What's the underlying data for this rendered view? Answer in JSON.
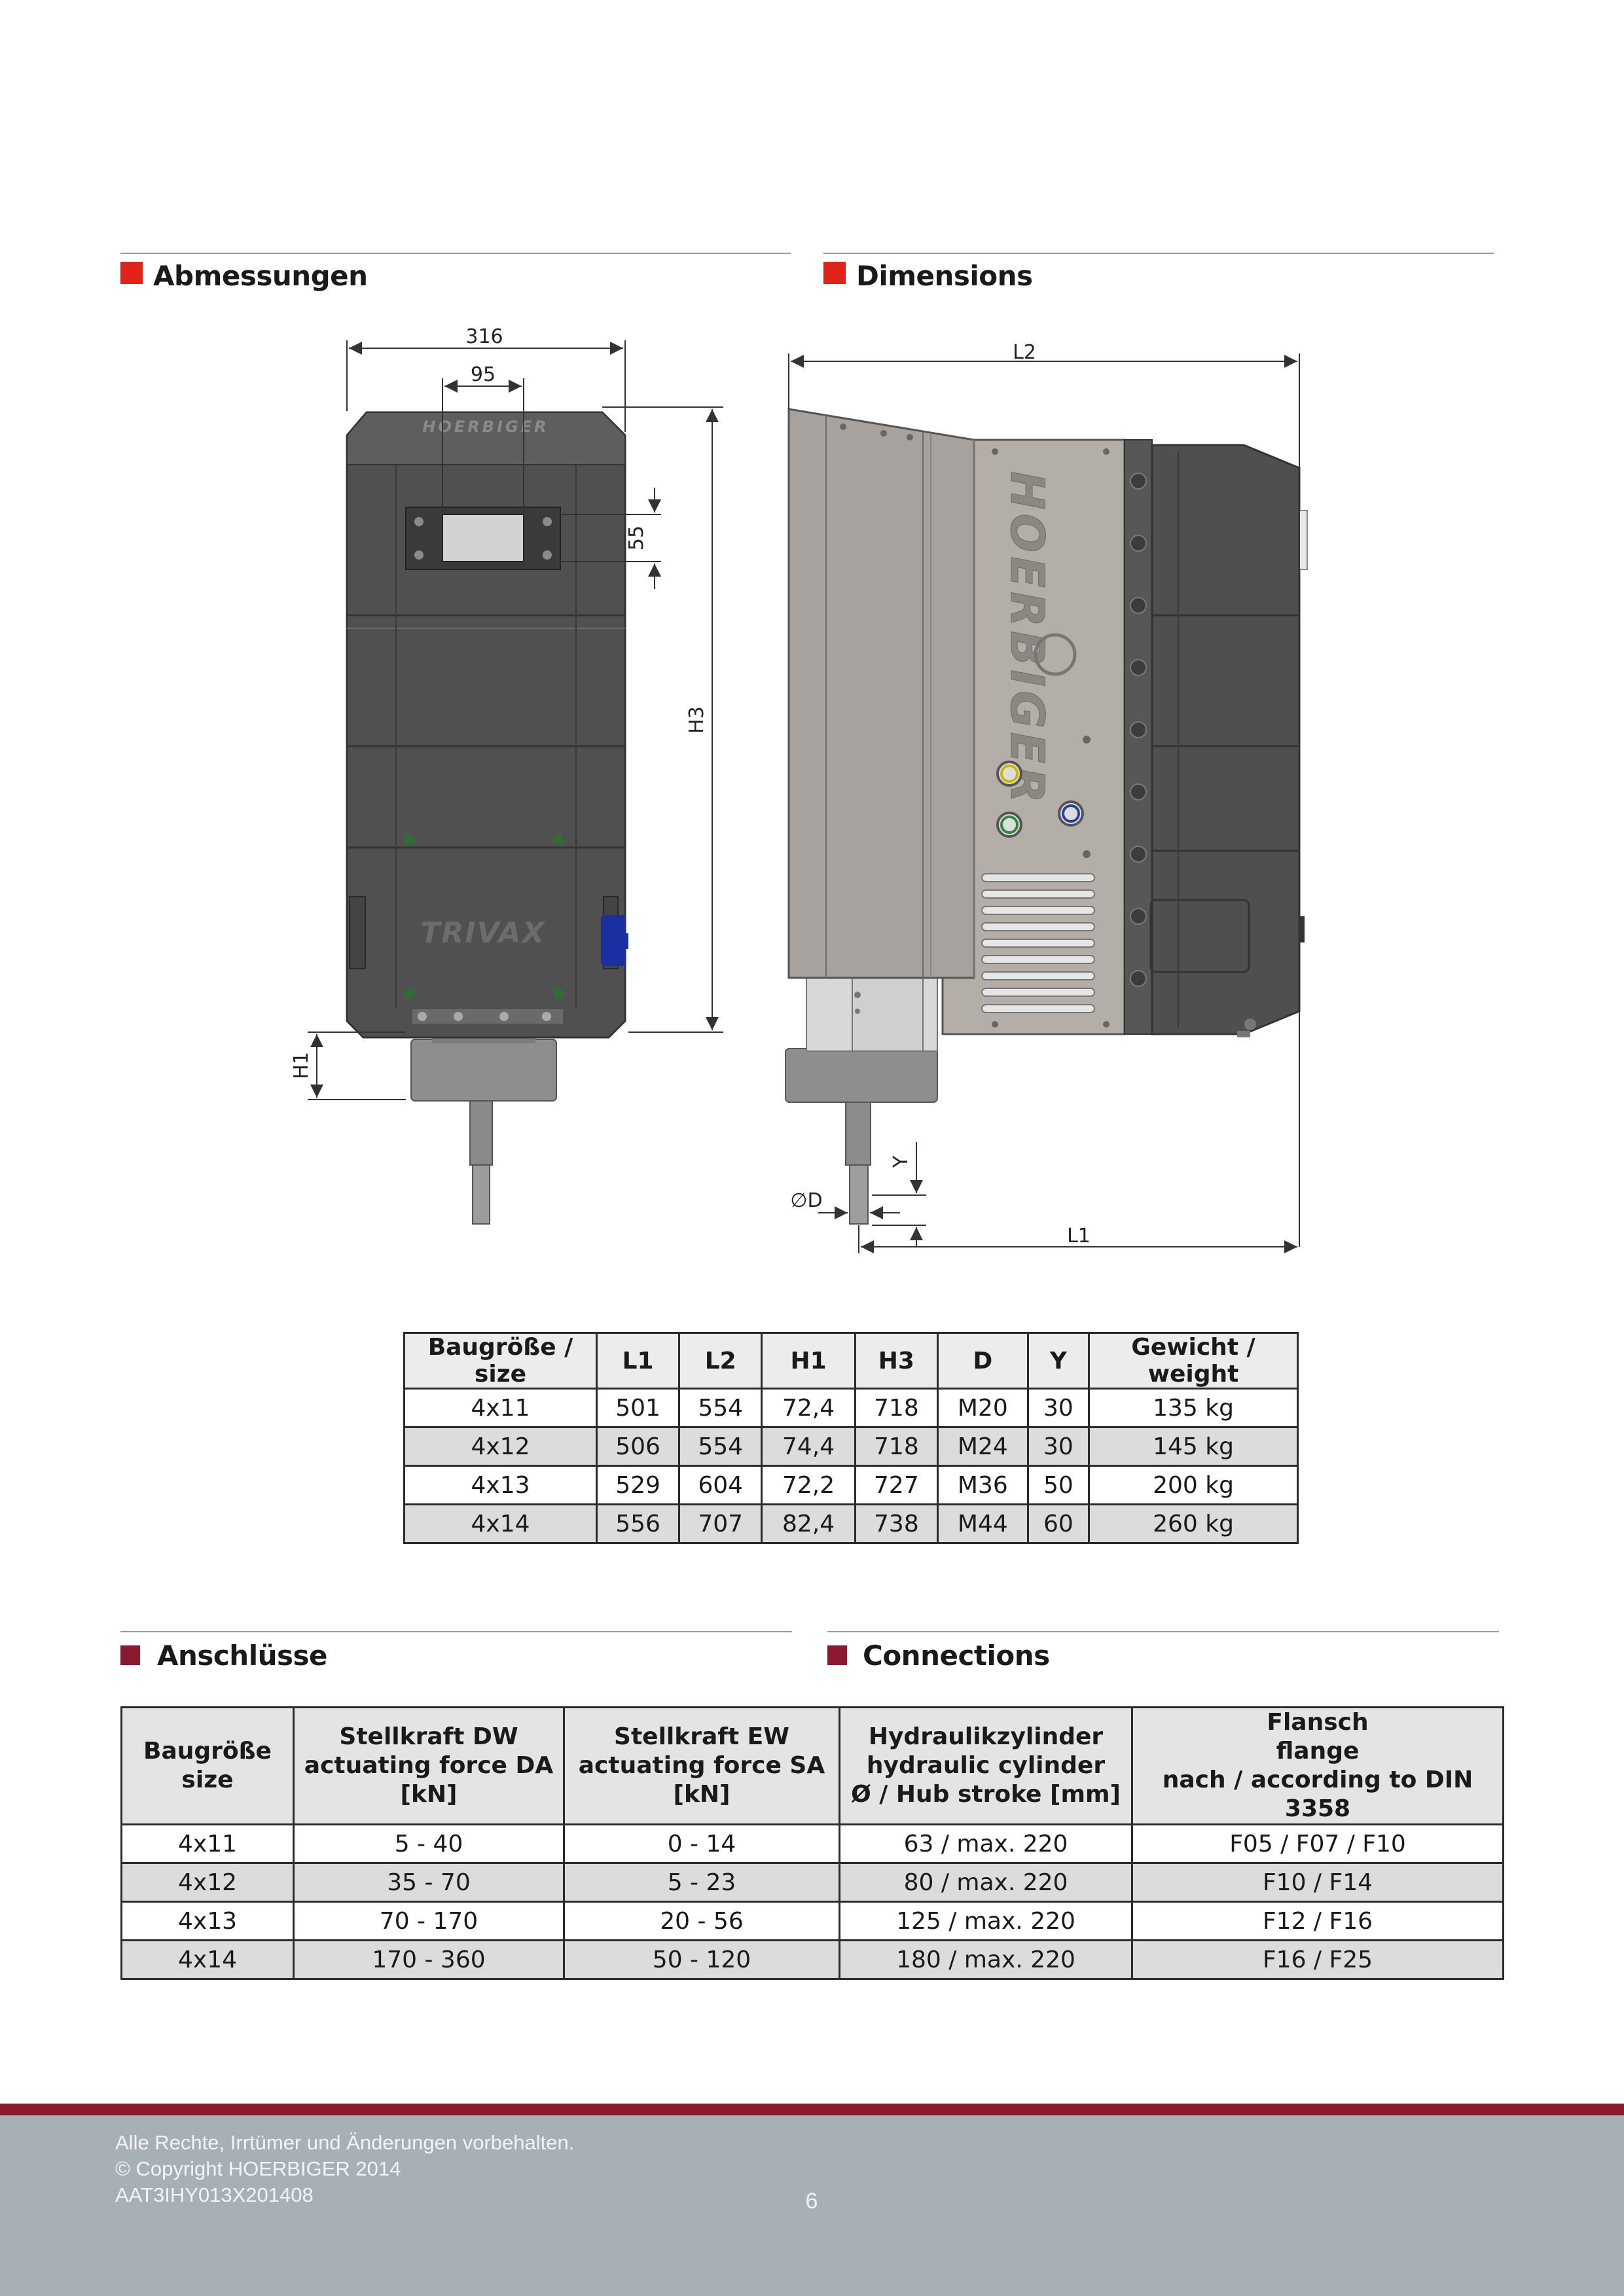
{
  "sections": {
    "abmessungen": "Abmessungen",
    "dimensions": "Dimensions",
    "anschluesse": "Anschlüsse",
    "connections": "Connections"
  },
  "colors": {
    "accent_red": "#e2231a",
    "accent_maroon": "#8b1a2e",
    "footer_gray": "#a8b0b7"
  },
  "drawing": {
    "front": {
      "dim_316": "316",
      "dim_95": "95",
      "dim_55": "55",
      "dim_h3": "H3",
      "dim_h1": "H1",
      "brand_top": "HOERBIGER",
      "model": "TRIVAX"
    },
    "side": {
      "dim_l2": "L2",
      "dim_l1": "L1",
      "dim_y": "Y",
      "dim_d": "∅D",
      "brand": "HOERBIGER"
    }
  },
  "dimensions_table": {
    "headers": [
      "Baugröße / size",
      "L1",
      "L2",
      "H1",
      "H3",
      "D",
      "Y",
      "Gewicht / weight"
    ],
    "rows": [
      [
        "4x11",
        "501",
        "554",
        "72,4",
        "718",
        "M20",
        "30",
        "135 kg"
      ],
      [
        "4x12",
        "506",
        "554",
        "74,4",
        "718",
        "M24",
        "30",
        "145 kg"
      ],
      [
        "4x13",
        "529",
        "604",
        "72,2",
        "727",
        "M36",
        "50",
        "200 kg"
      ],
      [
        "4x14",
        "556",
        "707",
        "82,4",
        "738",
        "M44",
        "60",
        "260 kg"
      ]
    ]
  },
  "connections_table": {
    "headers": [
      [
        "Baugröße",
        "size"
      ],
      [
        "Stellkraft DW",
        "actuating force DA",
        "[kN]"
      ],
      [
        "Stellkraft EW",
        "actuating force SA",
        "[kN]"
      ],
      [
        "Hydraulikzylinder",
        "hydraulic cylinder",
        "Ø / Hub stroke [mm]"
      ],
      [
        "Flansch",
        "flange",
        "nach / according to DIN 3358"
      ]
    ],
    "rows": [
      [
        "4x11",
        "5 - 40",
        "0 - 14",
        "63 / max. 220",
        "F05 / F07 / F10"
      ],
      [
        "4x12",
        "35 - 70",
        "5 - 23",
        "80 / max. 220",
        "F10 / F14"
      ],
      [
        "4x13",
        "70 - 170",
        "20 - 56",
        "125 / max. 220",
        "F12 / F16"
      ],
      [
        "4x14",
        "170 - 360",
        "50 - 120",
        "180 / max. 220",
        "F16 / F25"
      ]
    ]
  },
  "footer": {
    "line1": "Alle Rechte, Irrtümer und Änderungen vorbehalten.",
    "line2": "© Copyright HOERBIGER 2014",
    "line3": "AAT3IHY013X201408",
    "page_number": "6"
  }
}
